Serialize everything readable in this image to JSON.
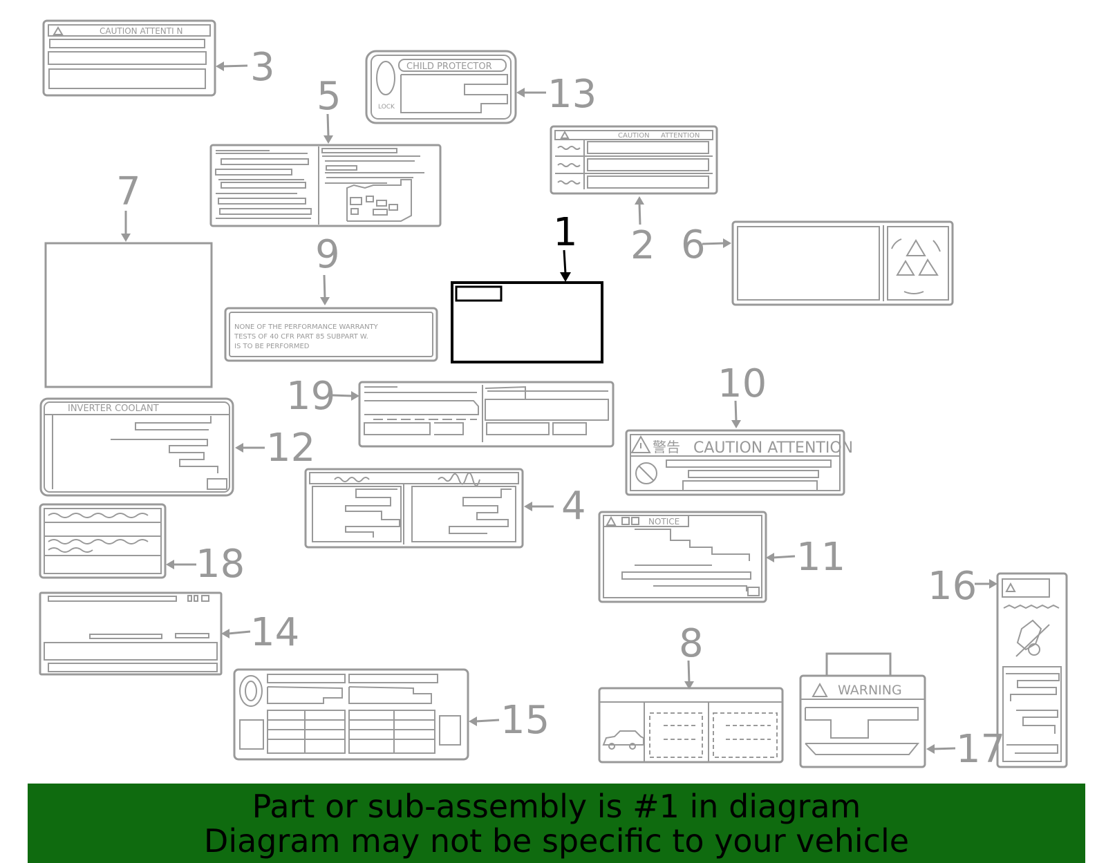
{
  "parts": [
    {
      "id": "part-1",
      "number": "1",
      "selected": true
    },
    {
      "id": "part-2",
      "number": "2"
    },
    {
      "id": "part-3",
      "number": "3"
    },
    {
      "id": "part-4",
      "number": "4"
    },
    {
      "id": "part-5",
      "number": "5"
    },
    {
      "id": "part-6",
      "number": "6"
    },
    {
      "id": "part-7",
      "number": "7"
    },
    {
      "id": "part-8",
      "number": "8"
    },
    {
      "id": "part-9",
      "number": "9"
    },
    {
      "id": "part-10",
      "number": "10"
    },
    {
      "id": "part-11",
      "number": "11"
    },
    {
      "id": "part-12",
      "number": "12"
    },
    {
      "id": "part-13",
      "number": "13"
    },
    {
      "id": "part-14",
      "number": "14"
    },
    {
      "id": "part-15",
      "number": "15"
    },
    {
      "id": "part-16",
      "number": "16"
    },
    {
      "id": "part-17",
      "number": "17"
    },
    {
      "id": "part-18",
      "number": "18"
    },
    {
      "id": "part-19",
      "number": "19"
    }
  ],
  "label_text": {
    "caution_attention_3": "CAUTION  ATTENTI  N",
    "child_protector": "CHILD PROTECTOR",
    "lock": "LOCK",
    "caution_2": "CAUTION",
    "attention_2": "ATTENTION",
    "warranty_line1": "NONE OF THE PERFORMANCE WARRANTY",
    "warranty_line2": "TESTS OF 40 CFR PART 85 SUBPART W.",
    "warranty_line3": "IS TO BE PERFORMED",
    "inverter_coolant": "INVERTER COOLANT",
    "caution_attention_10": "CAUTION ATTENTION",
    "notice": "NOTICE",
    "warning": "WARNING"
  },
  "banner": {
    "line1": "Part or sub-assembly is #1 in diagram",
    "line2": "Diagram may not be specific to your vehicle",
    "background_color": "#0f6b0f"
  }
}
